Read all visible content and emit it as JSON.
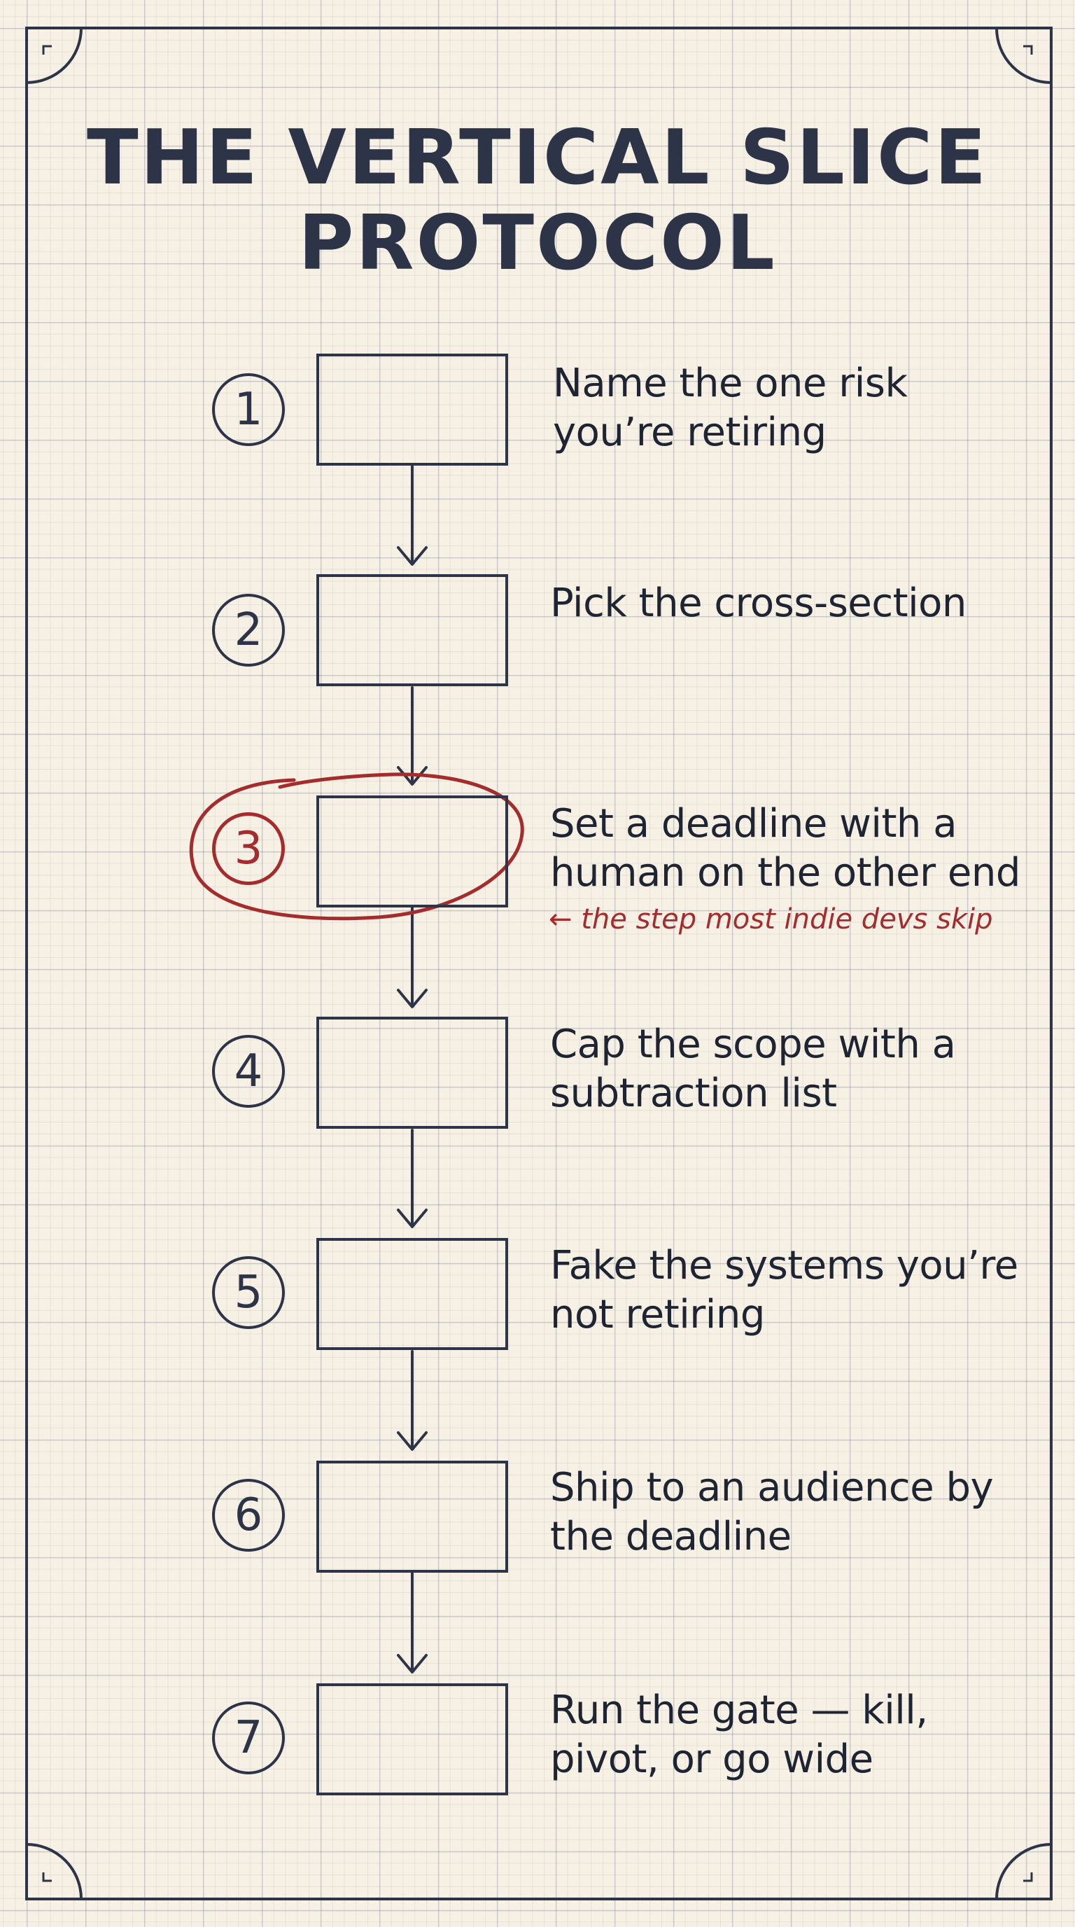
{
  "title": {
    "line1": "THE VERTICAL SLICE",
    "line2": "PROTOCOL"
  },
  "steps": [
    {
      "number": "1",
      "text": "Name the one risk you’re retiring"
    },
    {
      "number": "2",
      "text": "Pick the cross-section"
    },
    {
      "number": "3",
      "text": "Set a deadline with a human on the other end",
      "highlighted": true
    },
    {
      "number": "4",
      "text": "Cap the scope with a subtraction list"
    },
    {
      "number": "5",
      "text": "Fake the systems you’re not retiring"
    },
    {
      "number": "6",
      "text": "Ship to an audience by the deadline"
    },
    {
      "number": "7",
      "text": "Run the gate — kill, pivot, or go wide"
    }
  ],
  "annotation": {
    "text": "← the step most indie devs skip",
    "target_step": "3"
  },
  "colors": {
    "background": "#f6f0e5",
    "ink": "#2e3447",
    "highlight": "#a42c2c",
    "grid": "#5a6473"
  }
}
